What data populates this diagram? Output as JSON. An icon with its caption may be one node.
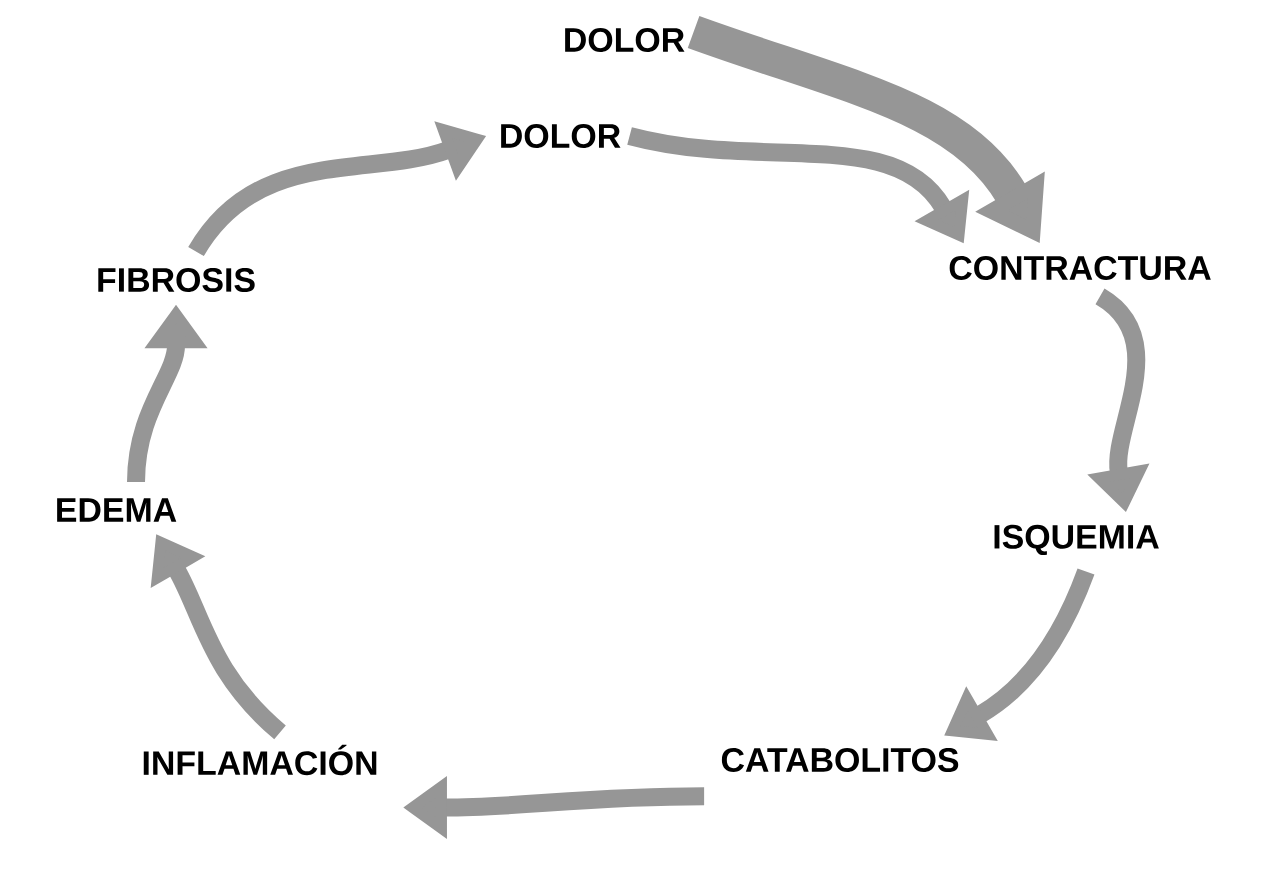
{
  "diagram": {
    "nodes": [
      {
        "text": [
          "DOLOR"
        ]
      },
      {
        "text": [
          "DOLOR"
        ]
      },
      {
        "text": [
          "CONTRACTURA"
        ]
      },
      {
        "text": [
          "ISQUEMIA"
        ]
      },
      {
        "text": [
          "CATABOLITOS"
        ]
      },
      {
        "text": [
          "INFLAMACIÓN"
        ]
      },
      {
        "text": [
          "EDEMA"
        ]
      },
      {
        "text": [
          "FIBROSIS"
        ]
      }
    ],
    "edges": [
      {
        "from": 0,
        "to": 2,
        "arrow": "to",
        "style": "thick"
      },
      {
        "from": 1,
        "to": 2,
        "arrow": "to"
      },
      {
        "from": 2,
        "to": 3,
        "arrow": "to"
      },
      {
        "from": 3,
        "to": 4,
        "arrow": "to"
      },
      {
        "from": 4,
        "to": 5,
        "arrow": "to"
      },
      {
        "from": 5,
        "to": 6,
        "arrow": "to"
      },
      {
        "from": 6,
        "to": 7,
        "arrow": "to"
      },
      {
        "from": 7,
        "to": 1,
        "arrow": "to"
      }
    ]
  }
}
